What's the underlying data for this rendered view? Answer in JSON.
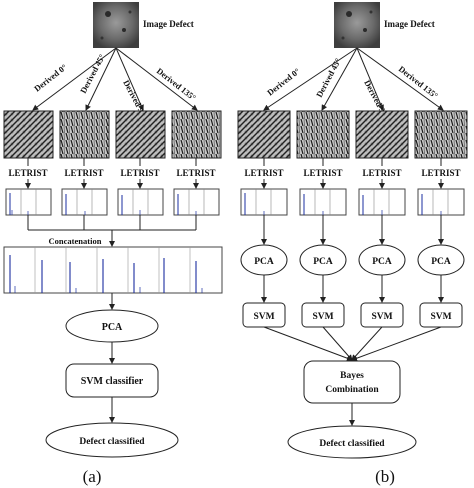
{
  "left_panel": {
    "image_label": "Image Defect",
    "derived": [
      "Derived 0°",
      "Derived 45°",
      "Derived 90°",
      "Derived 135°"
    ],
    "letrist": [
      "LETRIST",
      "LETRIST",
      "LETRIST",
      "LETRIST"
    ],
    "concat_label": "Concatenation",
    "pca_label": "PCA",
    "svm_label": "SVM classifier",
    "result_label": "Defect classified",
    "caption": "(a)"
  },
  "right_panel": {
    "image_label": "Image Defect",
    "derived": [
      "Derived 0°",
      "Derived 45°",
      "Derived 90°",
      "Derived 135°"
    ],
    "letrist": [
      "LETRIST",
      "LETRIST",
      "LETRIST",
      "LETRIST"
    ],
    "pca_labels": [
      "PCA",
      "PCA",
      "PCA",
      "PCA"
    ],
    "svm_labels": [
      "SVM",
      "SVM",
      "SVM",
      "SVM"
    ],
    "bayes_line1": "Bayes",
    "bayes_line2": "Combination",
    "result_label": "Defect classified",
    "caption": "(b)"
  }
}
